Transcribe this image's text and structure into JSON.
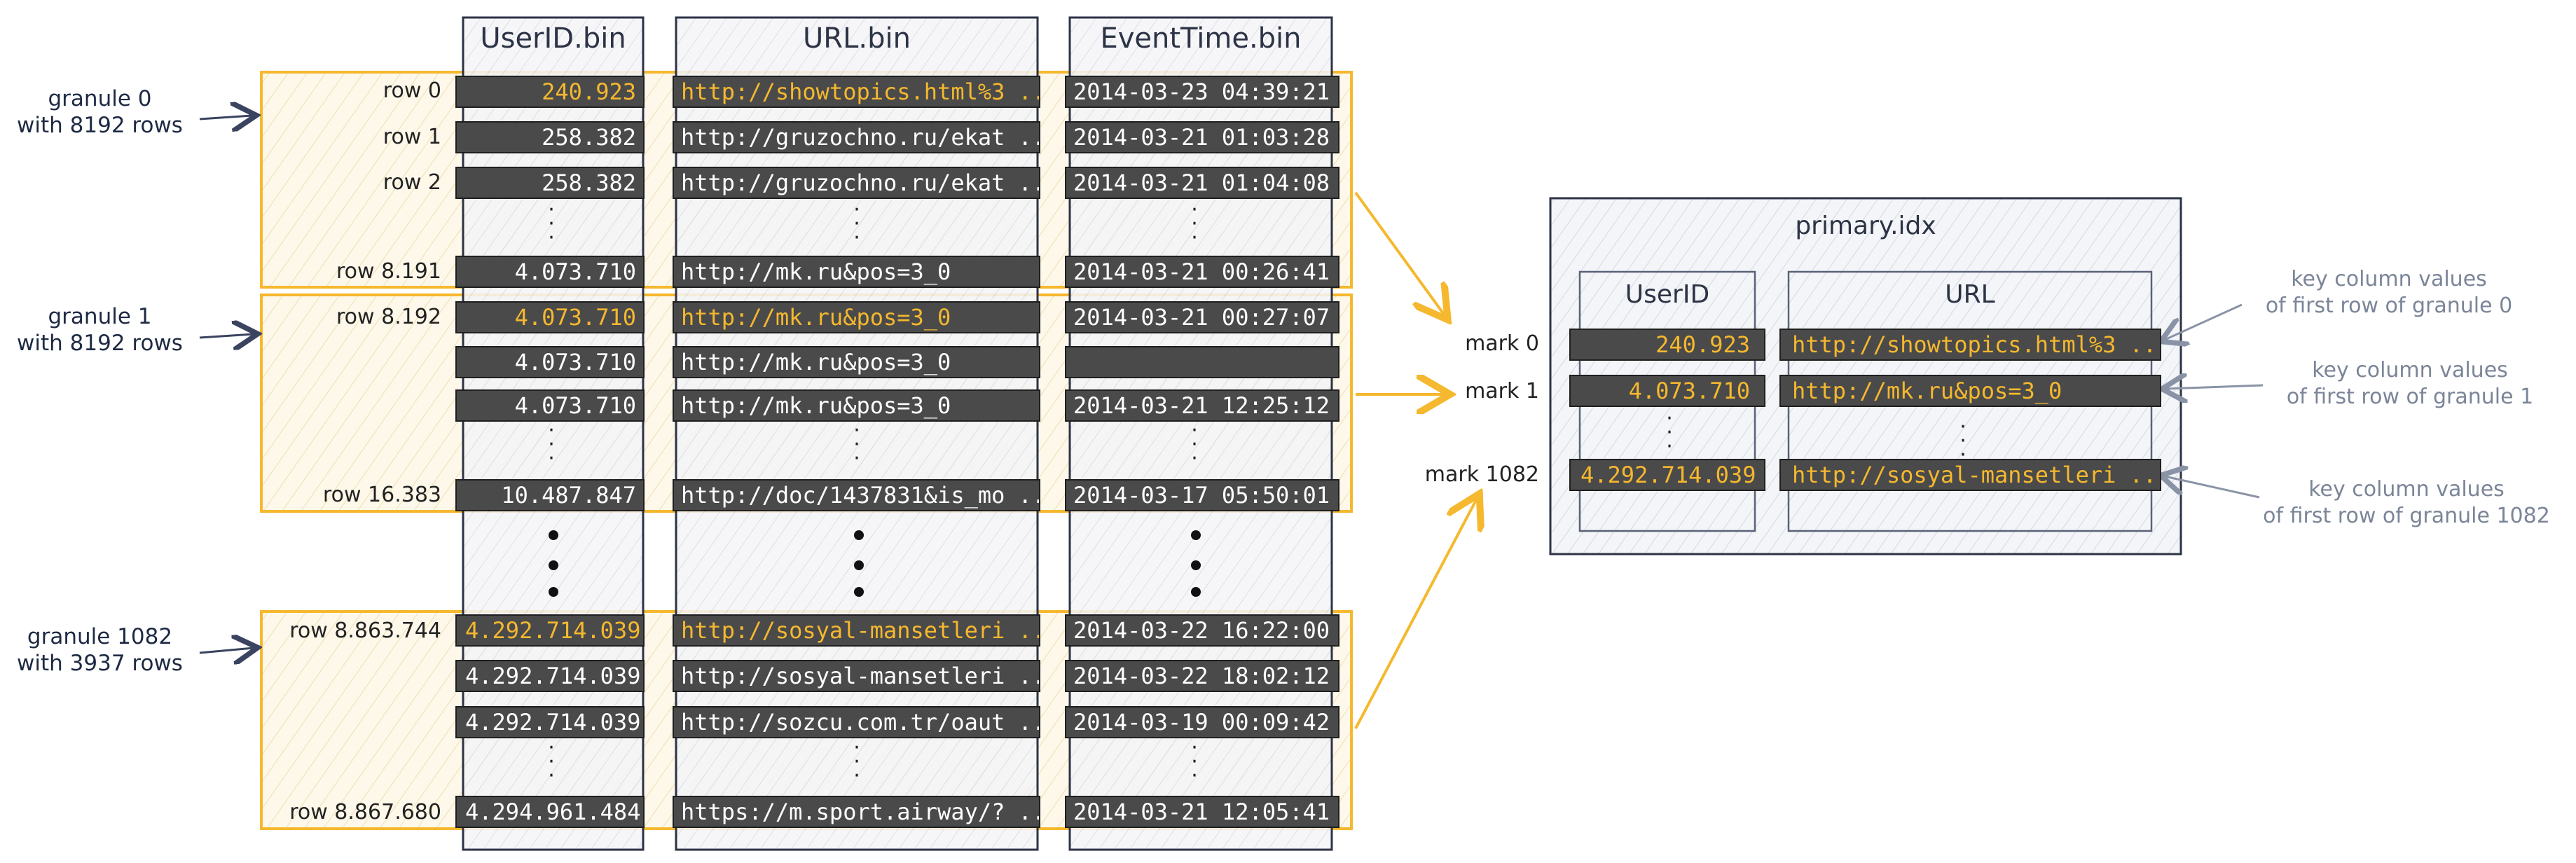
{
  "columns": {
    "userid": "UserID.bin",
    "url": "URL.bin",
    "eventtime": "EventTime.bin"
  },
  "granules": [
    {
      "label_line1": "granule 0",
      "label_line2": "with 8192 rows",
      "rows": [
        {
          "row": "row 0",
          "userid": "240.923",
          "url": "http://showtopics.html%3 ...",
          "time": "2014-03-23 04:39:21",
          "highlight": true
        },
        {
          "row": "row 1",
          "userid": "258.382",
          "url": "http://gruzochno.ru/ekat ...",
          "time": "2014-03-21 01:03:28",
          "highlight": false
        },
        {
          "row": "row 2",
          "userid": "258.382",
          "url": "http://gruzochno.ru/ekat ...",
          "time": "2014-03-21 01:04:08",
          "highlight": false
        },
        {
          "row": "row 8.191",
          "userid": "4.073.710",
          "url": "http://mk.ru&pos=3_0",
          "time": "2014-03-21 00:26:41",
          "highlight": false
        }
      ]
    },
    {
      "label_line1": "granule 1",
      "label_line2": "with 8192 rows",
      "rows": [
        {
          "row": "row 8.192",
          "userid": "4.073.710",
          "url": "http://mk.ru&pos=3_0",
          "time": "2014-03-21 00:27:07",
          "highlight": true
        },
        {
          "row": "",
          "userid": "4.073.710",
          "url": "http://mk.ru&pos=3_0",
          "time": "",
          "highlight": false
        },
        {
          "row": "",
          "userid": "4.073.710",
          "url": "http://mk.ru&pos=3_0",
          "time": "2014-03-21 12:25:12",
          "highlight": false
        },
        {
          "row": "row 16.383",
          "userid": "10.487.847",
          "url": "http://doc/1437831&is_mo ...",
          "time": "2014-03-17 05:50:01",
          "highlight": false
        }
      ]
    },
    {
      "label_line1": "granule 1082",
      "label_line2": "with 3937 rows",
      "rows": [
        {
          "row": "row 8.863.744",
          "userid": "4.292.714.039",
          "url": "http://sosyal-mansetleri ...",
          "time": "2014-03-22 16:22:00",
          "highlight": true
        },
        {
          "row": "",
          "userid": "4.292.714.039",
          "url": "http://sosyal-mansetleri ...",
          "time": "2014-03-22 18:02:12",
          "highlight": false
        },
        {
          "row": "",
          "userid": "4.292.714.039",
          "url": "http://sozcu.com.tr/oaut ...",
          "time": "2014-03-19 00:09:42",
          "highlight": false
        },
        {
          "row": "row 8.867.680",
          "userid": "4.294.961.484",
          "url": "https://m.sport.airway/? ...",
          "time": "2014-03-21 12:05:41",
          "highlight": false
        }
      ]
    }
  ],
  "primary_index": {
    "title": "primary.idx",
    "col_userid": "UserID",
    "col_url": "URL",
    "marks": [
      {
        "mark": "mark 0",
        "userid": "240.923",
        "url": "http://showtopics.html%3 ...",
        "note_line1": "key column values",
        "note_line2": "of first row of granule 0"
      },
      {
        "mark": "mark 1",
        "userid": "4.073.710",
        "url": "http://mk.ru&pos=3_0",
        "note_line1": "key column values",
        "note_line2": "of first row of granule 1"
      },
      {
        "mark": "mark 1082",
        "userid": "4.292.714.039",
        "url": "http://sosyal-mansetleri ...",
        "note_line1": "key column values",
        "note_line2": "of first row of granule 1082"
      }
    ]
  },
  "colors": {
    "highlight": "#f5b82e",
    "bar": "#4a4a4a",
    "granule_border": "#f5b82e",
    "granule_fill": "#fdf6e3",
    "column_border": "#2c3345",
    "note_text": "#7b8598"
  }
}
